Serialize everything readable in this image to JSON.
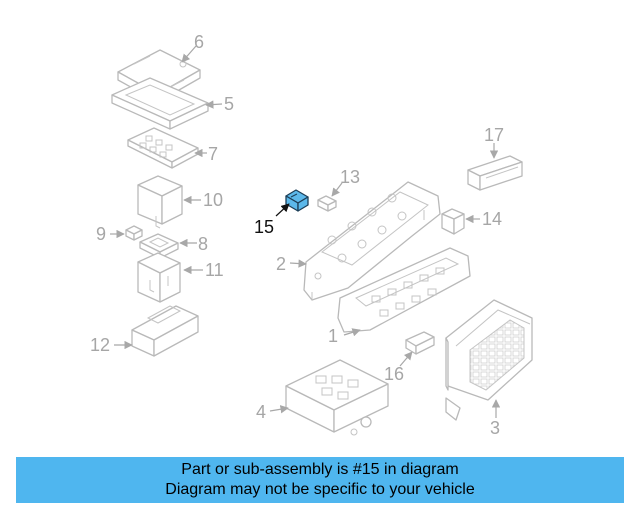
{
  "callouts": [
    {
      "id": "1",
      "label": "1"
    },
    {
      "id": "2",
      "label": "2"
    },
    {
      "id": "3",
      "label": "3"
    },
    {
      "id": "4",
      "label": "4"
    },
    {
      "id": "5",
      "label": "5"
    },
    {
      "id": "6",
      "label": "6"
    },
    {
      "id": "7",
      "label": "7"
    },
    {
      "id": "8",
      "label": "8"
    },
    {
      "id": "9",
      "label": "9"
    },
    {
      "id": "10",
      "label": "10"
    },
    {
      "id": "11",
      "label": "11"
    },
    {
      "id": "12",
      "label": "12"
    },
    {
      "id": "13",
      "label": "13"
    },
    {
      "id": "14",
      "label": "14"
    },
    {
      "id": "15",
      "label": "15"
    },
    {
      "id": "16",
      "label": "16"
    },
    {
      "id": "17",
      "label": "17"
    }
  ],
  "highlight": {
    "part": "15",
    "color": "#5cb8ea"
  },
  "colors": {
    "banner": "#4fb6ef",
    "callout_text": "#a6a6a6",
    "highlight_text": "#111111"
  },
  "banner": {
    "line1": "Part or sub-assembly is #15 in diagram",
    "line2": "Diagram may not be specific to your vehicle"
  }
}
